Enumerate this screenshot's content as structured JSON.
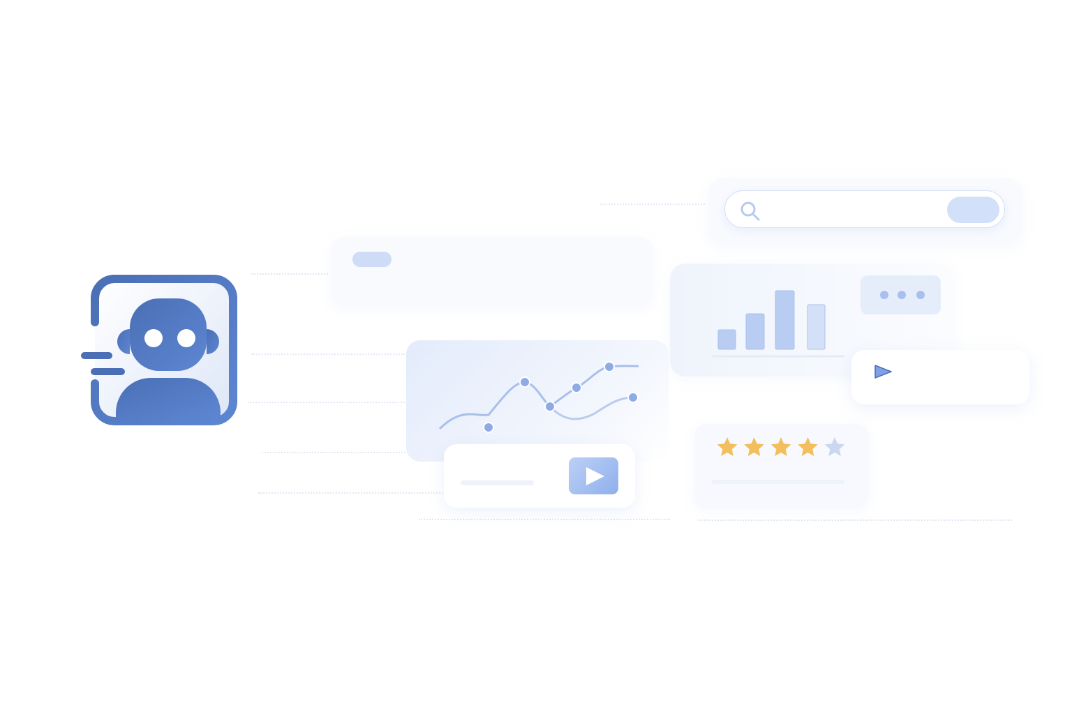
{
  "illustration": {
    "robot_icon": "robot-icon",
    "speed_lines_icon": "motion-lines-icon",
    "search": {
      "icon": "search-icon",
      "placeholder": ""
    },
    "bar_chart": {
      "type": "bar",
      "relative_values": [
        28,
        51,
        84,
        64
      ]
    },
    "more_icon": "ellipsis-icon",
    "play_icon": "play-icon",
    "line_chart": {
      "type": "line",
      "series_count": 2
    },
    "video_play_icon": "play-button-icon",
    "rating": {
      "value": 4,
      "max": 5,
      "icon": "star-icon"
    }
  },
  "colors": {
    "primary": "#4a6fb5",
    "primary_light": "#6f93d8",
    "accent_soft": "#cfdcf7",
    "star_filled": "#f2bf5c",
    "star_empty": "#c9d8ee",
    "background": "#ffffff"
  }
}
